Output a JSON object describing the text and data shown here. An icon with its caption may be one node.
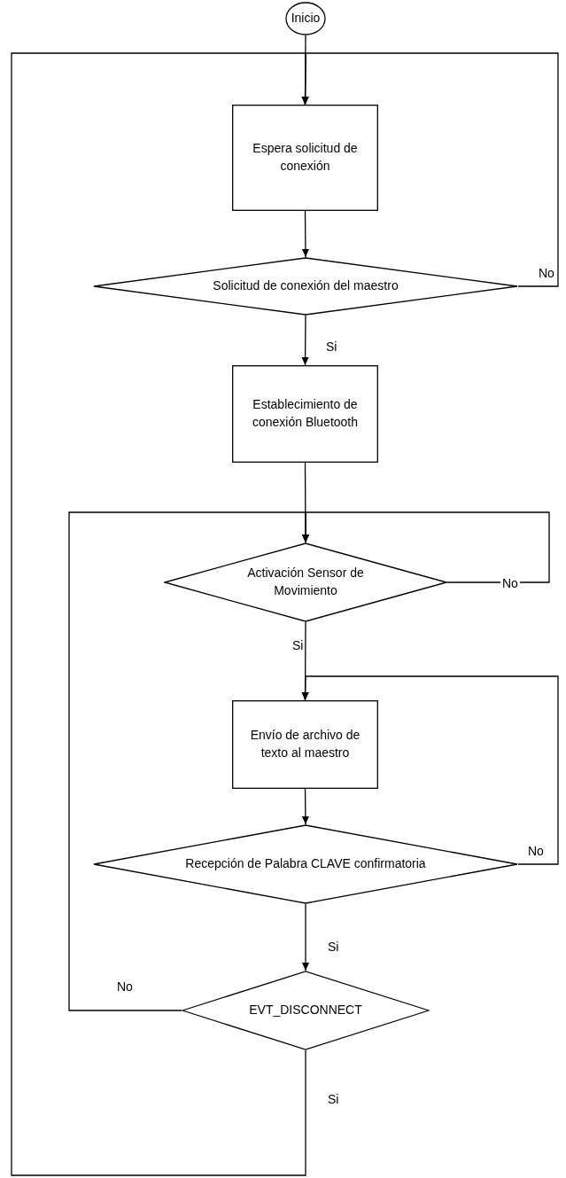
{
  "diagram": {
    "nodes": [
      {
        "text": [
          "Inicio"
        ]
      },
      {
        "text": [
          "Espera solicitud de conexión"
        ]
      },
      {
        "text": [
          "Solicitud de conexión del maestro"
        ]
      },
      {
        "text": [
          "Establecimiento de conexión Bluetooth"
        ]
      },
      {
        "text": [
          "Activación Sensor de Movimiento"
        ]
      },
      {
        "text": [
          "Envío de archivo de texto al maestro"
        ]
      },
      {
        "text": [
          "Recepción de Palabra CLAVE confirmatoria"
        ]
      },
      {
        "text": [
          "EVT_DISCONNECT"
        ]
      }
    ],
    "edges": [
      {
        "from": 0,
        "to": 1,
        "arrow": "to"
      },
      {
        "from": 1,
        "to": 2,
        "arrow": "to"
      },
      {
        "from": 2,
        "to": 1,
        "arrow": "to",
        "label": "No"
      },
      {
        "from": 2,
        "to": 3,
        "arrow": "to",
        "label": "Si"
      },
      {
        "from": 3,
        "to": 4,
        "arrow": "to"
      },
      {
        "from": 4,
        "to": 4,
        "arrow": "to",
        "label": "No"
      },
      {
        "from": 4,
        "to": 5,
        "arrow": "to",
        "label": "Si"
      },
      {
        "from": 5,
        "to": 6,
        "arrow": "to"
      },
      {
        "from": 6,
        "to": 5,
        "arrow": "to",
        "label": "No"
      },
      {
        "from": 6,
        "to": 7,
        "arrow": "to",
        "label": "Si"
      },
      {
        "from": 7,
        "to": 4,
        "arrow": "to",
        "label": "No"
      },
      {
        "from": 7,
        "to": 1,
        "arrow": "to",
        "label": "Si"
      }
    ]
  }
}
